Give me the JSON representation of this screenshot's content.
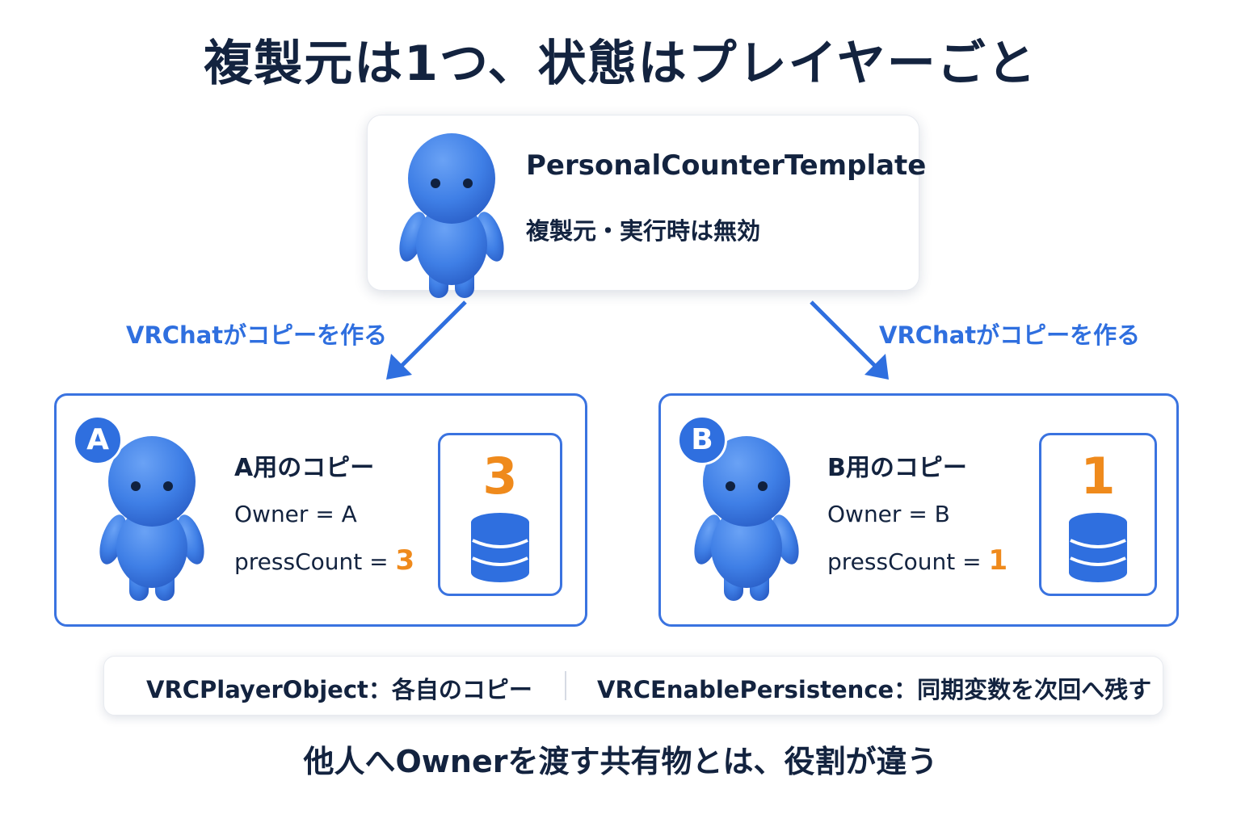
{
  "title": "複製元は1つ、状態はプレイヤーごと",
  "template": {
    "name": "PersonalCounterTemplate",
    "description": "複製元・実行時は無効"
  },
  "arrows": {
    "left_label": "VRChatがコピーを作る",
    "right_label": "VRChatがコピーを作る"
  },
  "copies": [
    {
      "badge": "A",
      "title": "A用のコピー",
      "owner_text": "Owner = A",
      "count_label": "pressCount = ",
      "count_value": "3",
      "store_value": "3"
    },
    {
      "badge": "B",
      "title": "B用のコピー",
      "owner_text": "Owner = B",
      "count_label": "pressCount = ",
      "count_value": "1",
      "store_value": "1"
    }
  ],
  "info": {
    "left": "VRCPlayerObject：各自のコピー",
    "right": "VRCEnablePersistence：同期変数を次回へ残す"
  },
  "footer": "他人へOwnerを渡す共有物とは、役割が違う",
  "colors": {
    "accent_blue": "#2f6fdf",
    "orange": "#ef8a1c",
    "figure_blue": "#3f7fe6",
    "text_dark": "#13233f"
  },
  "icons": [
    "avatar-figure",
    "database-icon",
    "arrow-down-left",
    "arrow-down-right"
  ]
}
